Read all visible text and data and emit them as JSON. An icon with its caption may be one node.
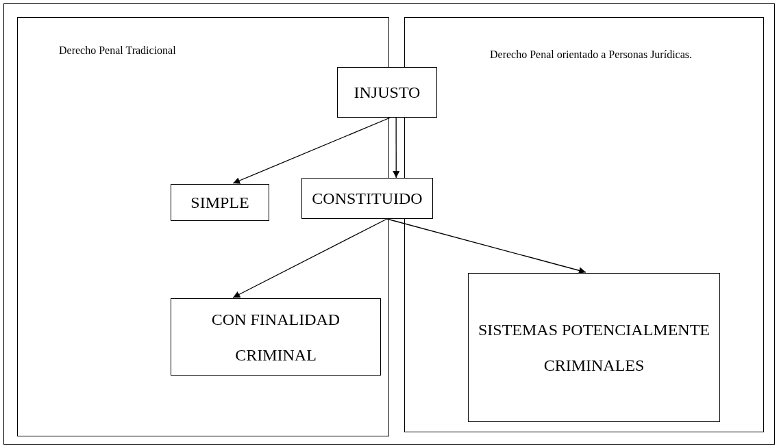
{
  "diagram": {
    "nodes": [
      {
        "text": [
          "Derecho Penal Tradicional"
        ]
      },
      {
        "text": [
          "Derecho Penal orientado a Personas Jurídicas."
        ]
      },
      {
        "text": [
          "INJUSTO"
        ]
      },
      {
        "text": [
          "SIMPLE"
        ],
        "in": 0
      },
      {
        "text": [
          "CONSTITUIDO"
        ]
      },
      {
        "text": [
          "CON FINALIDAD CRIMINAL"
        ],
        "in": 0
      },
      {
        "text": [
          "SISTEMAS POTENCIALMENTE CRIMINALES"
        ],
        "in": 1
      }
    ],
    "edges": [
      {
        "from": 2,
        "to": 3,
        "arrow": "to"
      },
      {
        "from": 2,
        "to": 4,
        "arrow": "to"
      },
      {
        "from": 4,
        "to": 5,
        "arrow": "to"
      },
      {
        "from": 4,
        "to": 6,
        "arrow": "to"
      }
    ]
  }
}
